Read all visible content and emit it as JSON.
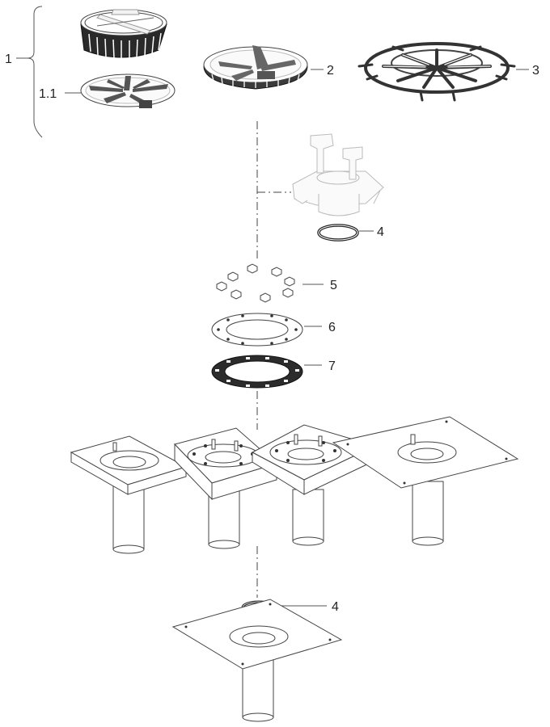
{
  "callouts": {
    "c1": "1",
    "c1_1": "1.1",
    "c2": "2",
    "c3": "3",
    "c4a": "4",
    "c5": "5",
    "c6": "6",
    "c7": "7",
    "c4b": "4"
  }
}
